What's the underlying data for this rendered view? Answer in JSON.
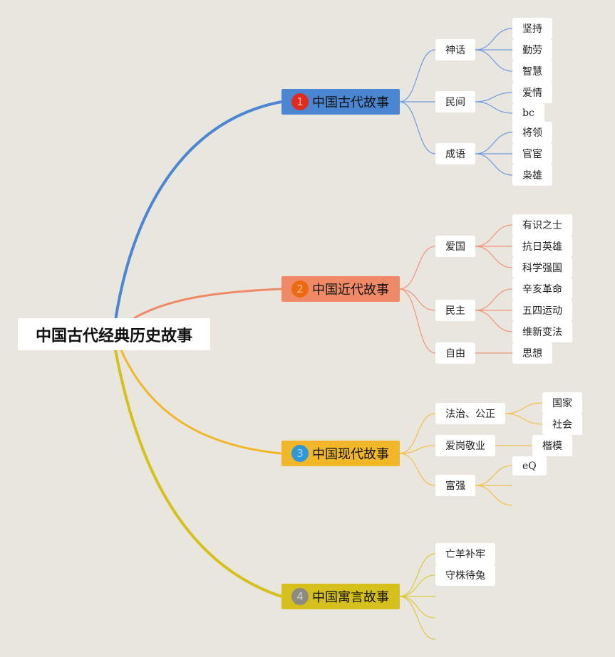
{
  "root": {
    "label": "中国古代经典历史故事"
  },
  "branches": [
    {
      "num": "1",
      "label": "中国古代故事",
      "color": "#4a86d2",
      "children": [
        {
          "label": "神话",
          "children": [
            "坚持",
            "勤劳",
            "智慧"
          ]
        },
        {
          "label": "民间",
          "children": [
            "爱情",
            "bc"
          ]
        },
        {
          "label": "成语",
          "children": [
            "将领",
            "官宦",
            "枭雄"
          ]
        }
      ]
    },
    {
      "num": "2",
      "label": "中国近代故事",
      "color": "#f08a66",
      "children": [
        {
          "label": "爱国",
          "children": [
            "有识之士",
            "抗日英雄",
            "科学强国"
          ]
        },
        {
          "label": "民主",
          "children": [
            "辛亥革命",
            "五四运动",
            "维新变法"
          ]
        },
        {
          "label": "自由",
          "children": [
            "思想"
          ]
        }
      ]
    },
    {
      "num": "3",
      "label": "中国现代故事",
      "color": "#f2b728",
      "children": [
        {
          "label": "法治、公正",
          "children": [
            "国家",
            "社会"
          ]
        },
        {
          "label": "爱岗敬业",
          "children": [
            "楷模"
          ]
        },
        {
          "label": "富强",
          "children": [
            "eQ"
          ]
        }
      ]
    },
    {
      "num": "4",
      "label": "中国寓言故事",
      "color": "#d6c01b",
      "children": [
        {
          "label": "亡羊补牢"
        },
        {
          "label": "守株待兔"
        }
      ]
    }
  ]
}
